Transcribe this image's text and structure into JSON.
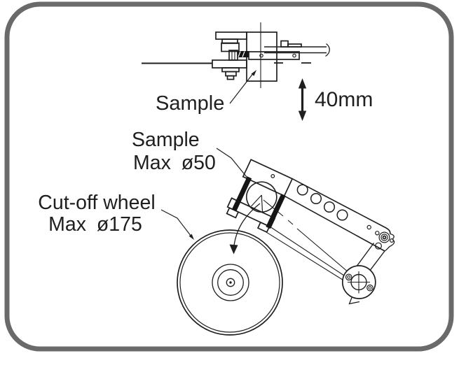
{
  "diagram": {
    "title": "cut-off-machine-capacity-diagram",
    "labels": {
      "top_view_sample": "Sample",
      "vertical_travel": "40mm",
      "sample_capacity_line1": "Sample",
      "sample_capacity_line2": "Max ø50",
      "wheel_capacity_line1": "Cut-off wheel",
      "wheel_capacity_line2": "Max ø175"
    },
    "values": {
      "vertical_travel_mm": 40,
      "sample_max_diameter_mm": 50,
      "wheel_max_diameter_mm": 175
    },
    "colors": {
      "line": "#1f1f1f",
      "frame": "#6a6a6a",
      "background": "#ffffff"
    }
  }
}
